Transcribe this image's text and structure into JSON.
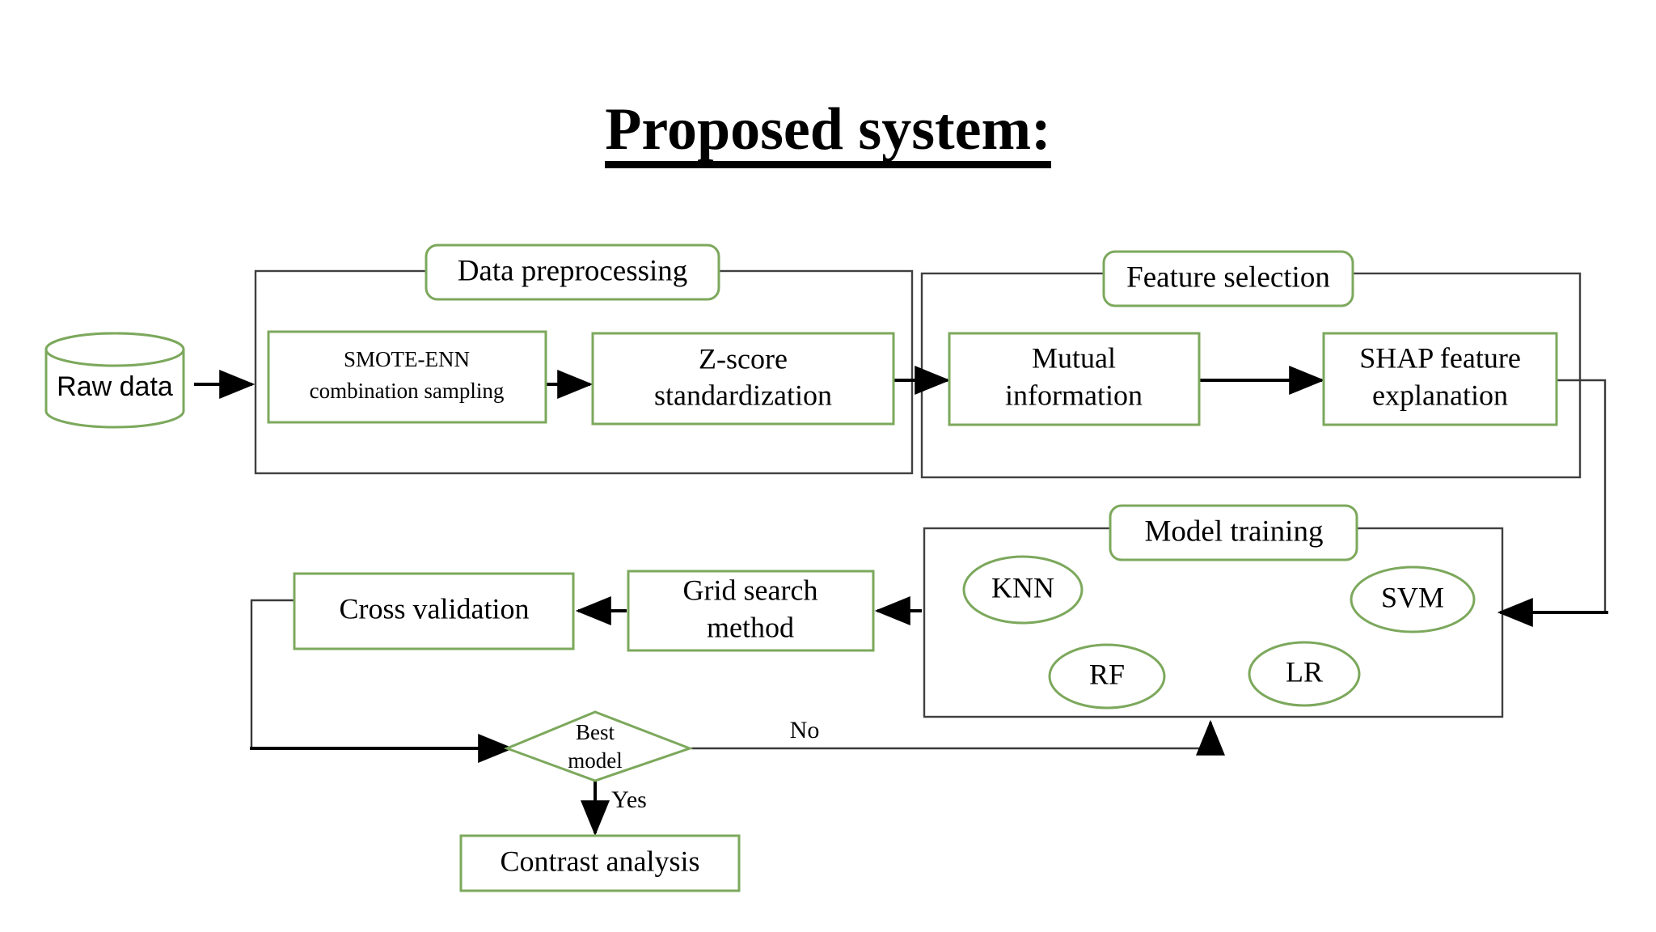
{
  "page": {
    "title": "Proposed system:",
    "background_color": "#ffffff",
    "accent_green": "#7CA85C",
    "line_color": "#000000",
    "group_border_color": "#404040"
  },
  "diagram": {
    "type": "flowchart",
    "source_node": {
      "label": "Raw data",
      "shape": "cylinder"
    },
    "groups": [
      {
        "id": "data-preprocessing",
        "label": "Data preprocessing",
        "nodes": [
          {
            "id": "smote-enn",
            "line1": "SMOTE-ENN",
            "line2": "combination sampling",
            "shape": "rect"
          },
          {
            "id": "z-score",
            "line1": "Z-score",
            "line2": "standardization",
            "shape": "rect"
          }
        ]
      },
      {
        "id": "feature-selection",
        "label": "Feature selection",
        "nodes": [
          {
            "id": "mutual-information",
            "line1": "Mutual",
            "line2": "information",
            "shape": "rect"
          },
          {
            "id": "shap-feature-explanation",
            "line1": "SHAP feature",
            "line2": "explanation",
            "shape": "rect"
          }
        ]
      },
      {
        "id": "model-training",
        "label": "Model training",
        "nodes": [
          {
            "id": "knn",
            "label": "KNN",
            "shape": "ellipse"
          },
          {
            "id": "svm",
            "label": "SVM",
            "shape": "ellipse"
          },
          {
            "id": "rf",
            "label": "RF",
            "shape": "ellipse"
          },
          {
            "id": "lr",
            "label": "LR",
            "shape": "ellipse"
          }
        ]
      }
    ],
    "standalone_nodes": [
      {
        "id": "grid-search",
        "line1": "Grid search",
        "line2": "method",
        "shape": "rect"
      },
      {
        "id": "cross-validation",
        "label": "Cross validation",
        "shape": "rect"
      },
      {
        "id": "best-model",
        "line1": "Best",
        "line2": "model",
        "shape": "diamond"
      },
      {
        "id": "contrast-analysis",
        "label": "Contrast analysis",
        "shape": "rect"
      }
    ],
    "edge_labels": {
      "no": "No",
      "yes": "Yes"
    }
  }
}
